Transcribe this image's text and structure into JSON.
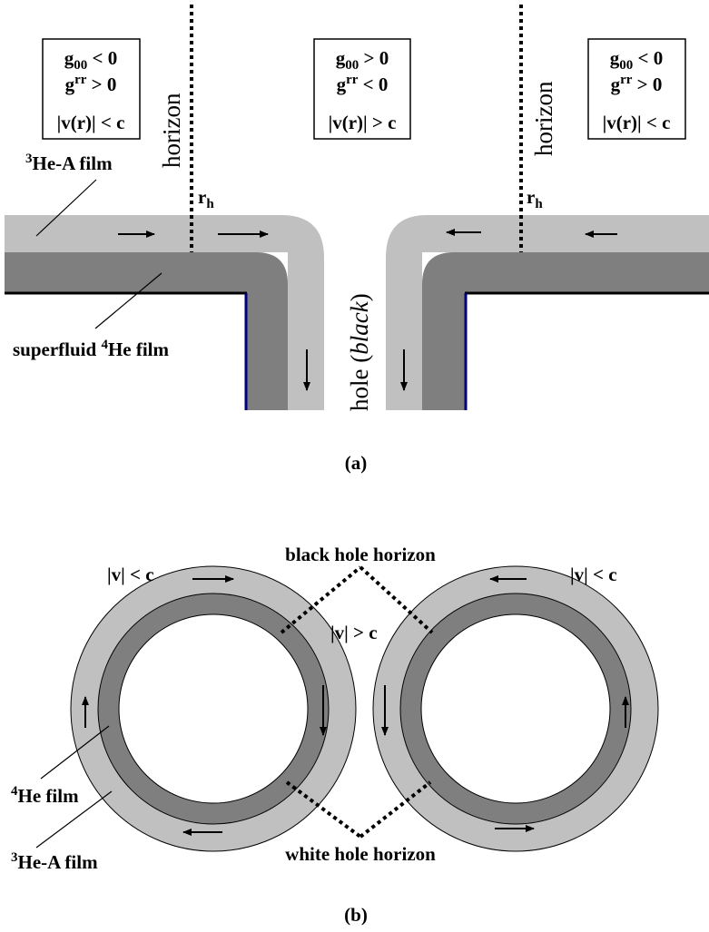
{
  "figure_a": {
    "caption": "(a)",
    "left_conditions": {
      "g00": "g",
      "g00_sub": "00",
      "g00_rel": " < 0",
      "grr": "g",
      "grr_sup": "rr",
      "grr_rel": " > 0",
      "v": "|v(r)| < c"
    },
    "center_conditions": {
      "g00": "g",
      "g00_sub": "00",
      "g00_rel": " > 0",
      "grr": "g",
      "grr_sup": "rr",
      "grr_rel": " < 0",
      "v": "|v(r)| > c"
    },
    "right_conditions": {
      "g00": "g",
      "g00_sub": "00",
      "g00_rel": " < 0",
      "grr": "g",
      "grr_sup": "rr",
      "grr_rel": " > 0",
      "v": "|v(r)| < c"
    },
    "horizon_label": "horizon",
    "rh": {
      "r": "r",
      "sub": "h"
    },
    "he3_film": {
      "sup": "3",
      "text": "He-A film"
    },
    "he4_film": {
      "prefix": "superfluid ",
      "sup": "4",
      "text": "He film"
    },
    "hole": {
      "prefix": "hole (",
      "italic": "black",
      "suffix": ")"
    }
  },
  "figure_b": {
    "caption": "(b)",
    "v_less_left": "|v| < c",
    "v_less_right": "|v| < c",
    "v_greater": "|v| > c",
    "black_hole_horizon": "black hole horizon",
    "white_hole_horizon": "white hole horizon",
    "he4_film": {
      "sup": "4",
      "text": "He film"
    },
    "he3_film": {
      "sup": "3",
      "text": "He-A film"
    }
  },
  "colors": {
    "light_film": "#c0c0c0",
    "dark_film": "#7f7f7f",
    "substrate_edge": "#00007f",
    "line": "#000000"
  }
}
